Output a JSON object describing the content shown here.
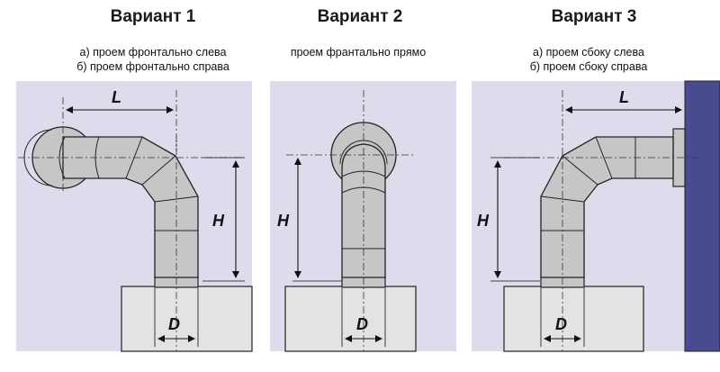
{
  "variant1": {
    "title": "Вариант 1",
    "lines": [
      "а) проем фронтально слева",
      "б) проем фронтально справа"
    ],
    "labels": {
      "L": "L",
      "H": "H",
      "D": "D"
    }
  },
  "variant2": {
    "title": "Вариант 2",
    "lines": [
      "проем франтально прямо"
    ],
    "labels": {
      "H": "H",
      "D": "D"
    }
  },
  "variant3": {
    "title": "Вариант 3",
    "lines": [
      "а) проем сбоку слева",
      "б) проем сбоку справа"
    ],
    "labels": {
      "L": "L",
      "H": "H",
      "D": "D"
    }
  },
  "colors": {
    "panel": "#dcdcec",
    "boiler": "#e3e3e3",
    "pipe": "#c6c6c6",
    "wall": "#4a4a8e",
    "outline": "#222222"
  }
}
